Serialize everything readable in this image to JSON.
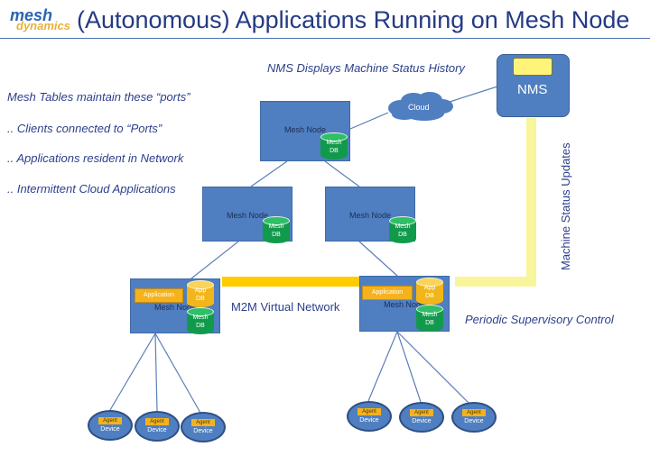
{
  "logo": {
    "line1": "mesh",
    "line2": "dynamics"
  },
  "title": "(Autonomous) Applications Running on Mesh Node",
  "notes": {
    "nms_history": "NMS Displays Machine Status History",
    "mesh_tables": "Mesh Tables maintain these “ports”",
    "clients": ".. Clients connected to “Ports”",
    "apps_resident": ".. Applications resident in Network",
    "intermittent": ".. Intermittent Cloud Applications",
    "periodic": "Periodic Supervisory Control"
  },
  "labels": {
    "m2m": "M2M Virtual Network",
    "machine_status": "Machine Status Updates",
    "cloud": "Cloud",
    "nms": "NMS",
    "mesh_node": "Mesh Node",
    "mesh_db_line1": "Mesh",
    "mesh_db_line2": "DB",
    "app_db_line1": "App",
    "app_db_line2": "DB",
    "application": "Application",
    "agent": "Agent",
    "device": "Device"
  },
  "colors": {
    "node_blue": "#4f7fc0",
    "db_green": "#129a4c",
    "app_orange": "#f5b21c",
    "link_yellow": "#ffcc00",
    "status_yellow": "#f8f59a",
    "text_navy": "#2c3f8c"
  }
}
